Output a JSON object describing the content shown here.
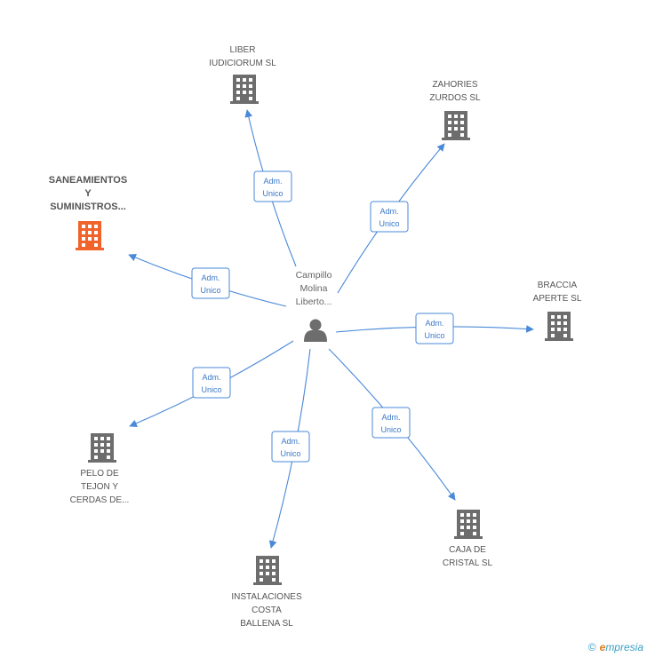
{
  "colors": {
    "edge": "#4a89d8",
    "building": "#6d6d6d",
    "highlight_building": "#f0642c",
    "person": "#6d6d6d"
  },
  "center": {
    "label_lines": [
      "Campillo",
      "Molina",
      "Liberto..."
    ],
    "icon": "person-icon"
  },
  "companies": [
    {
      "id": "liber",
      "label_lines": [
        "LIBER",
        "IUDICIORUM SL"
      ],
      "icon": "building-icon",
      "highlight": false,
      "relation": [
        "Adm.",
        "Unico"
      ]
    },
    {
      "id": "zahories",
      "label_lines": [
        "ZAHORIES",
        "ZURDOS SL"
      ],
      "icon": "building-icon",
      "highlight": false,
      "relation": [
        "Adm.",
        "Unico"
      ]
    },
    {
      "id": "saneamientos",
      "label_lines": [
        "SANEAMIENTOS",
        "Y",
        "SUMINISTROS..."
      ],
      "icon": "building-icon",
      "highlight": true,
      "relation": [
        "Adm.",
        "Unico"
      ]
    },
    {
      "id": "braccia",
      "label_lines": [
        "BRACCIA",
        "APERTE SL"
      ],
      "icon": "building-icon",
      "highlight": false,
      "relation": [
        "Adm.",
        "Unico"
      ]
    },
    {
      "id": "pelo",
      "label_lines": [
        "PELO DE",
        "TEJON Y",
        "CERDAS DE..."
      ],
      "icon": "building-icon",
      "highlight": false,
      "relation": [
        "Adm.",
        "Unico"
      ]
    },
    {
      "id": "caja",
      "label_lines": [
        "CAJA DE",
        "CRISTAL SL"
      ],
      "icon": "building-icon",
      "highlight": false,
      "relation": [
        "Adm.",
        "Unico"
      ]
    },
    {
      "id": "instalaciones",
      "label_lines": [
        "INSTALACIONES",
        "COSTA",
        "BALLENA SL"
      ],
      "icon": "building-icon",
      "highlight": false,
      "relation": [
        "Adm.",
        "Unico"
      ]
    }
  ],
  "footer": {
    "copyright_symbol": "©",
    "brand_initial": "e",
    "brand_rest": "mpresia"
  }
}
